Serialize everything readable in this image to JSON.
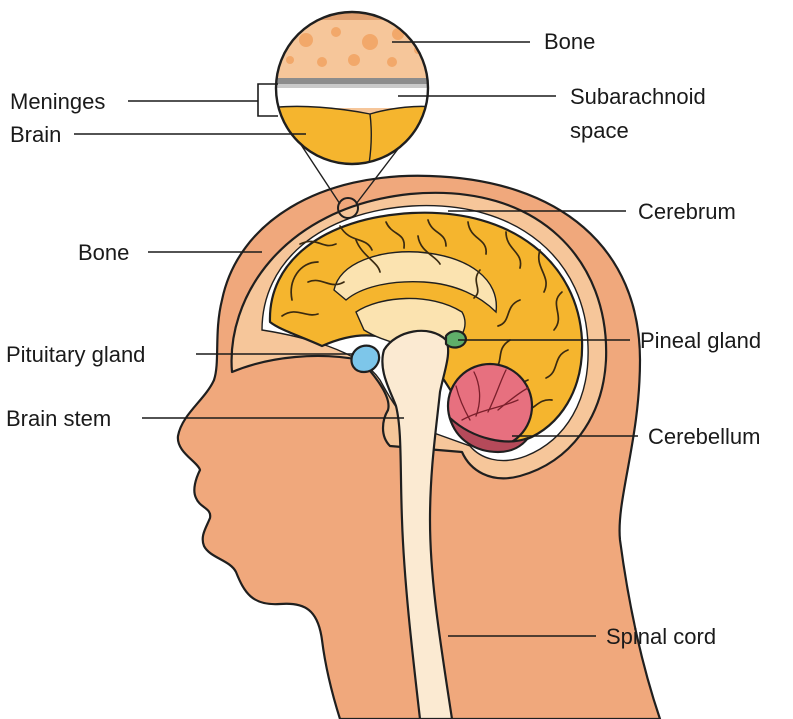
{
  "labels": {
    "bone_top": "Bone",
    "meninges": "Meninges",
    "subarachnoid_1": "Subarachnoid",
    "subarachnoid_2": "space",
    "brain": "Brain",
    "cerebrum": "Cerebrum",
    "bone": "Bone",
    "pituitary_gland": "Pituitary gland",
    "pineal_gland": "Pineal gland",
    "brain_stem": "Brain stem",
    "cerebellum": "Cerebellum",
    "spinal_cord": "Spinal cord"
  },
  "colors": {
    "skin": "#f0a87c",
    "bone": "#f6c69a",
    "brain": "#f5b52e",
    "brain_light": "#fbe3b0",
    "stem": "#fbead2",
    "cerebellum": "#e7707f",
    "pineal": "#5fae6a",
    "pituitary": "#7dc6ea",
    "meninges_gray": "#8c8c8c"
  }
}
